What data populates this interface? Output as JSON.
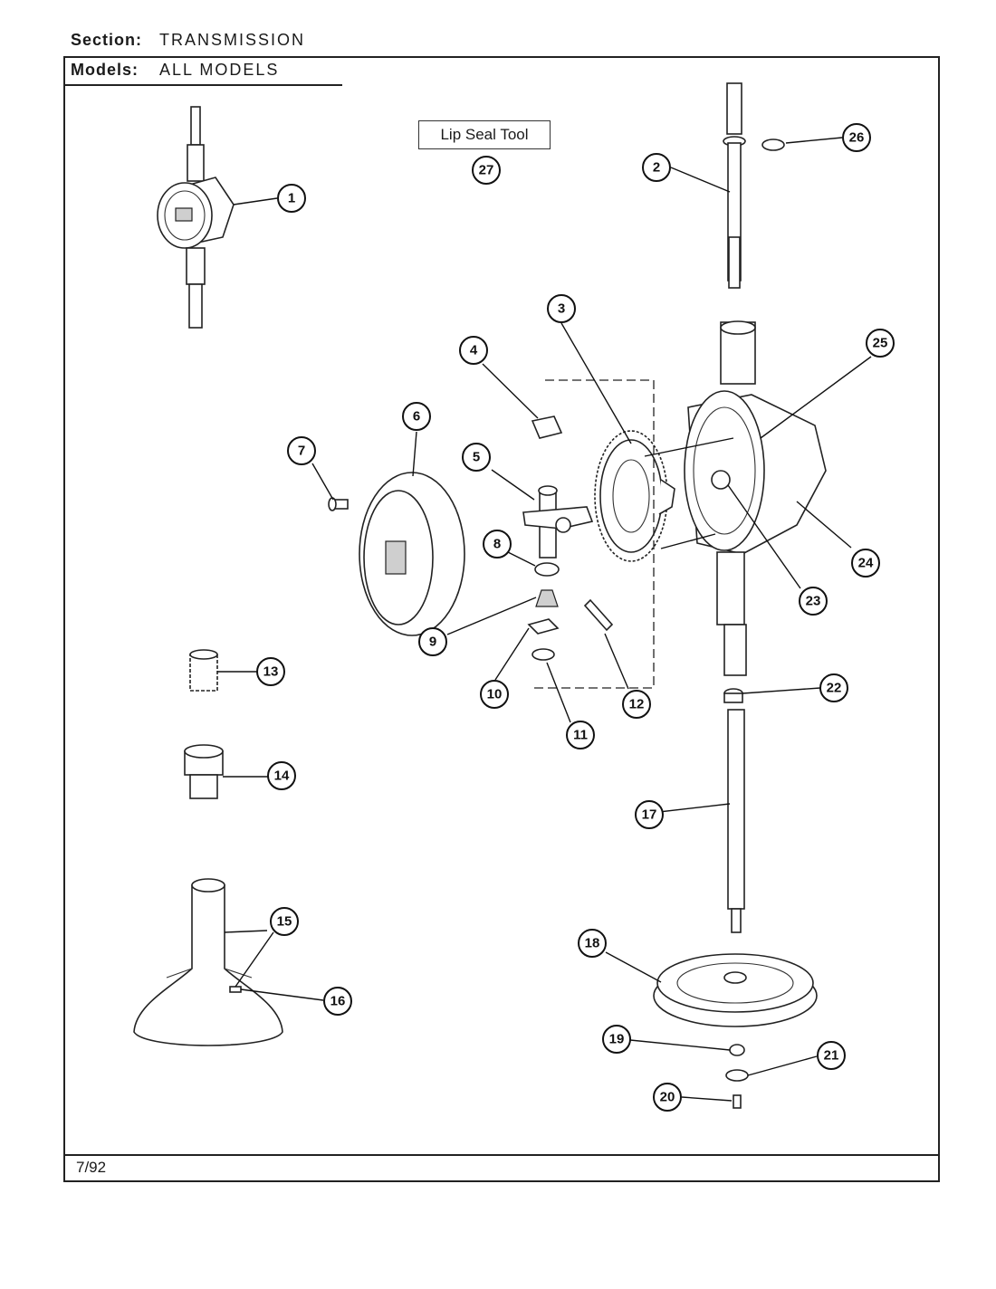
{
  "header": {
    "section_label": "Section:",
    "section_value": "TRANSMISSION",
    "models_label": "Models:",
    "models_value": "ALL MODELS"
  },
  "footer": {
    "date": "7/92"
  },
  "tool_box": {
    "label": "Lip Seal Tool"
  },
  "callouts": [
    "1",
    "2",
    "3",
    "4",
    "5",
    "6",
    "7",
    "8",
    "9",
    "10",
    "11",
    "12",
    "13",
    "14",
    "15",
    "16",
    "17",
    "18",
    "19",
    "20",
    "21",
    "22",
    "23",
    "24",
    "25",
    "26",
    "27"
  ]
}
